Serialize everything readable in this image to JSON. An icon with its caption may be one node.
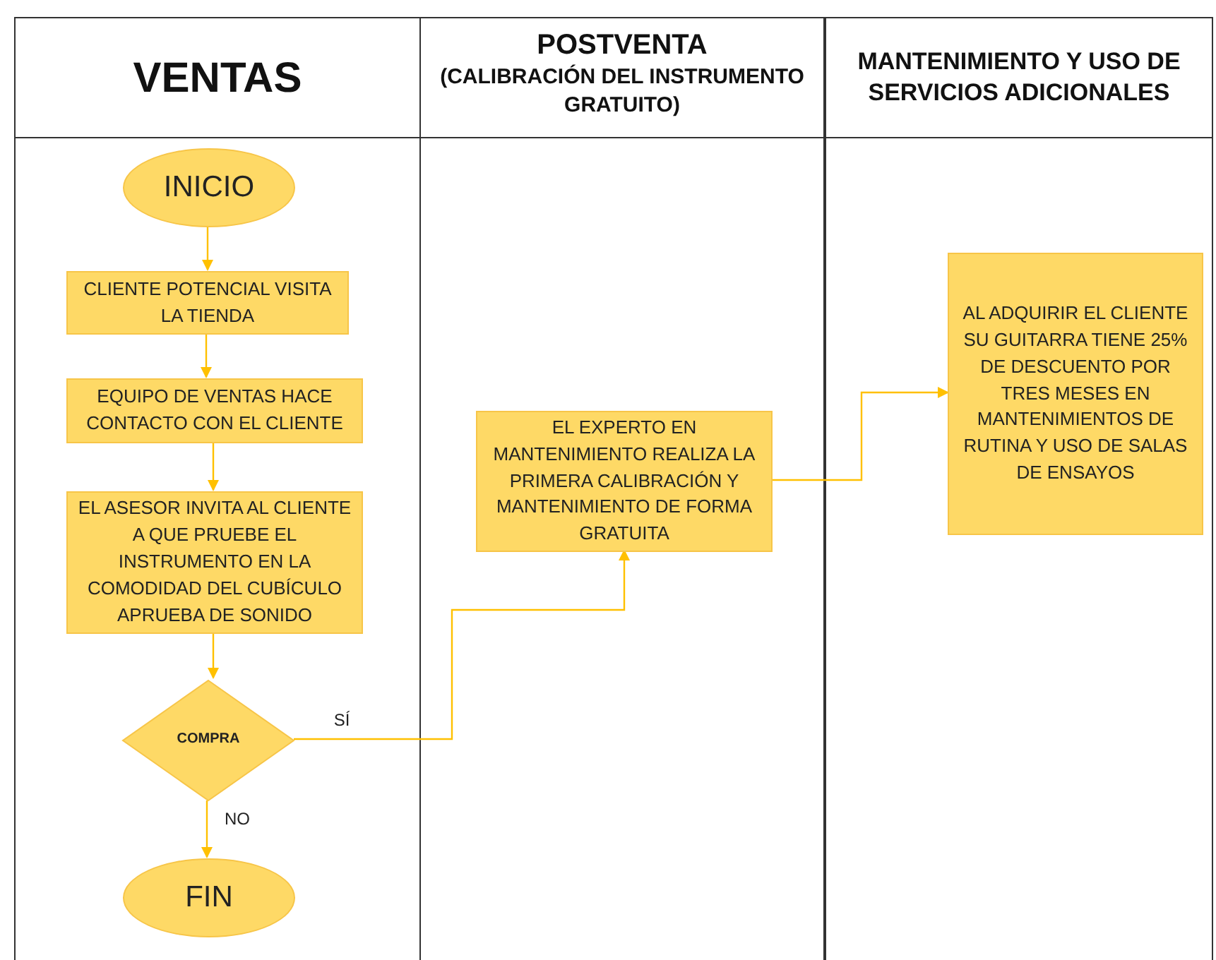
{
  "diagram": {
    "nodes": [
      {
        "text": [
          "VENTAS"
        ]
      },
      {
        "text": [
          "POSTVENTA",
          "(CALIBRACIÓN DEL INSTRUMENTO GRATUITO)"
        ]
      },
      {
        "text": [
          "MANTENIMIENTO Y USO DE SERVICIOS ADICIONALES"
        ]
      },
      {
        "text": [
          "INICIO"
        ],
        "in": 0
      },
      {
        "text": [
          "CLIENTE POTENCIAL VISITA LA TIENDA"
        ],
        "in": 0
      },
      {
        "text": [
          "EQUIPO DE VENTAS HACE CONTACTO CON EL CLIENTE"
        ],
        "in": 0
      },
      {
        "text": [
          "EL ASESOR INVITA AL CLIENTE A QUE PRUEBE EL INSTRUMENTO EN LA COMODIDAD DEL CUBÍCULO APRUEBA DE SONIDO"
        ],
        "in": 0
      },
      {
        "text": [
          "COMPRA"
        ],
        "in": 0
      },
      {
        "text": [
          "FIN"
        ],
        "in": 0
      },
      {
        "text": [
          "EL EXPERTO EN MANTENIMIENTO REALIZA LA PRIMERA CALIBRACIÓN Y MANTENIMIENTO DE FORMA GRATUITA"
        ],
        "in": 1
      },
      {
        "text": [
          "AL ADQUIRIR EL CLIENTE SU GUITARRA TIENE 25% DE DESCUENTO POR TRES MESES EN MANTENIMIENTOS DE RUTINA Y USO DE SALAS DE ENSAYOS"
        ],
        "in": 2
      }
    ],
    "edges": [
      {
        "from": 3,
        "to": 4,
        "arrow": "to"
      },
      {
        "from": 4,
        "to": 5,
        "arrow": "to"
      },
      {
        "from": 5,
        "to": 6,
        "arrow": "to"
      },
      {
        "from": 6,
        "to": 7,
        "arrow": "to"
      },
      {
        "from": 7,
        "to": 8,
        "arrow": "to",
        "label": "NO"
      },
      {
        "from": 7,
        "to": 9,
        "arrow": "to",
        "label": "SÍ"
      },
      {
        "from": 9,
        "to": 10,
        "arrow": "to"
      }
    ]
  }
}
